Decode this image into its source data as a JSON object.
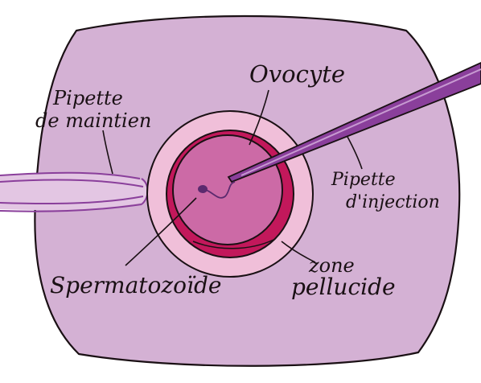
{
  "diagram": {
    "labels": {
      "holding_pipette": [
        "Pipette",
        "de maintien"
      ],
      "oocyte": "Ovocyte",
      "injection_pipette": [
        "Pipette",
        "d'injection"
      ],
      "sperm": "Spermatozoïde",
      "zona": [
        "zone",
        "pellucide"
      ]
    },
    "colors": {
      "background": "#d4b1d4",
      "zona_fill": "#f0bfd9",
      "membrane": "#c2185b",
      "cytoplasm": "#cc6aa6",
      "pipette": "#8a3f9b",
      "outline": "#1a1014"
    }
  }
}
